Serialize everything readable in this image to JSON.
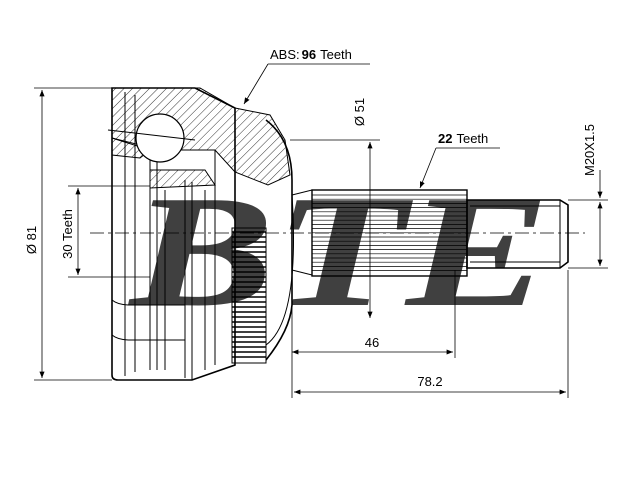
{
  "brand": {
    "watermark": "BTE"
  },
  "labels": {
    "abs_prefix": "ABS:",
    "abs_count": "96",
    "abs_suffix": "Teeth",
    "spline_count": "22",
    "spline_suffix": "Teeth",
    "inner_teeth": "30 Teeth",
    "outer_diameter": "Ø 81",
    "seal_diameter": "Ø 51",
    "thread": "M20X1.5",
    "length_46": "46",
    "length_78": "78.2"
  },
  "colors": {
    "line": "#000000",
    "watermark": "#b4b4b4",
    "background": "#ffffff"
  }
}
